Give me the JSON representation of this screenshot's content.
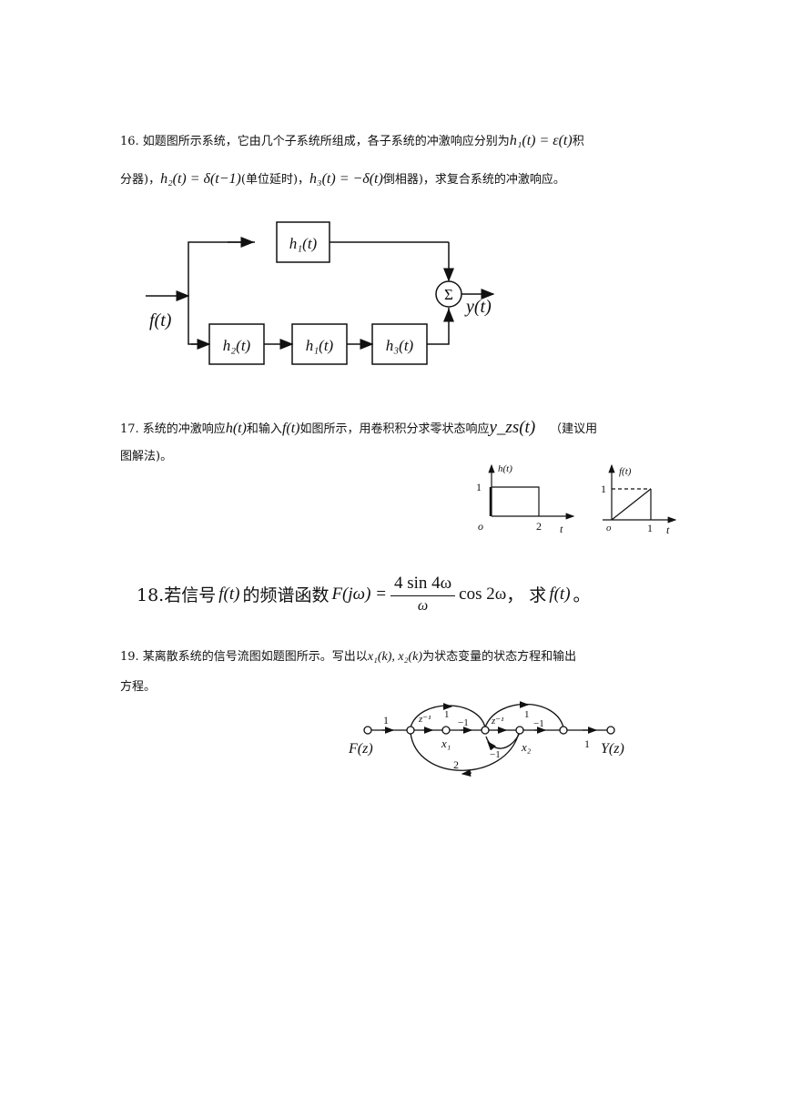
{
  "q16": {
    "line1_prefix": "16.  如题图所示系统，它由几个子系统所组成，各子系统的冲激响应分别为",
    "h1_expr": "h₁(t) = ε(t)",
    "line1_suffix": "积",
    "line2_a": "分器)，",
    "h2_expr": "h₂(t) = δ(t−1)",
    "line2_b": "(单位延时)，",
    "h3_expr": "h₃(t) = −δ(t)",
    "line2_c": "倒相器)，求复合系统的冲激响应。",
    "diagram": {
      "input_label": "f(t)",
      "output_label": "y(t)",
      "sum_symbol": "Σ",
      "block_top": "h₁(t)",
      "block_b1": "h₂(t)",
      "block_b2": "h₁(t)",
      "block_b3": "h₃(t)"
    }
  },
  "q17": {
    "line1_prefix": "17.  系统的冲激响应",
    "h_expr": "h(t)",
    "line1_mid": "和输入",
    "f_expr": "f(t)",
    "line1_mid2": "如图所示，用卷积积分求零状态响应",
    "yzs_expr": "y_zs(t)",
    "line1_suffix": "（建议用",
    "line2": "图解法)。",
    "graph_h": {
      "ylabel": "h(t)",
      "level": "1",
      "origin": "o",
      "x_tick": "2",
      "x_axis": "t"
    },
    "graph_f": {
      "ylabel": "f(t)",
      "level": "1",
      "origin": "o",
      "x_tick": "1",
      "x_axis": "t"
    }
  },
  "q18": {
    "prefix": "18.若信号",
    "f_expr": "f(t)",
    "mid": "的频谱函数",
    "F_expr": "F(jω) =",
    "numerator": "4 sin 4ω",
    "denominator": "ω",
    "cos_expr": "cos 2ω",
    "mid2": "，  求",
    "f_expr2": "f(t)",
    "suffix": "。"
  },
  "q19": {
    "line1_prefix": "19.  某离散系统的信号流图如题图所示。写出以",
    "vars_expr": "x₁(k), x₂(k)",
    "line1_suffix": "为状态变量的状态方程和输出",
    "line2": "方程。",
    "graph": {
      "input_label": "F(z)",
      "output_label": "Y(z)",
      "gain_in": "1",
      "loop1_z": "z⁻¹",
      "loop1_gain": "1",
      "loop1_fb": "−1",
      "x1_label": "x₁",
      "loop2_z": "z⁻¹",
      "loop2_top": "1",
      "loop2_fb": "−1",
      "cross_fb": "−1",
      "x2_label": "x₂",
      "gain_out": "1",
      "bottom_gain": "2"
    }
  }
}
